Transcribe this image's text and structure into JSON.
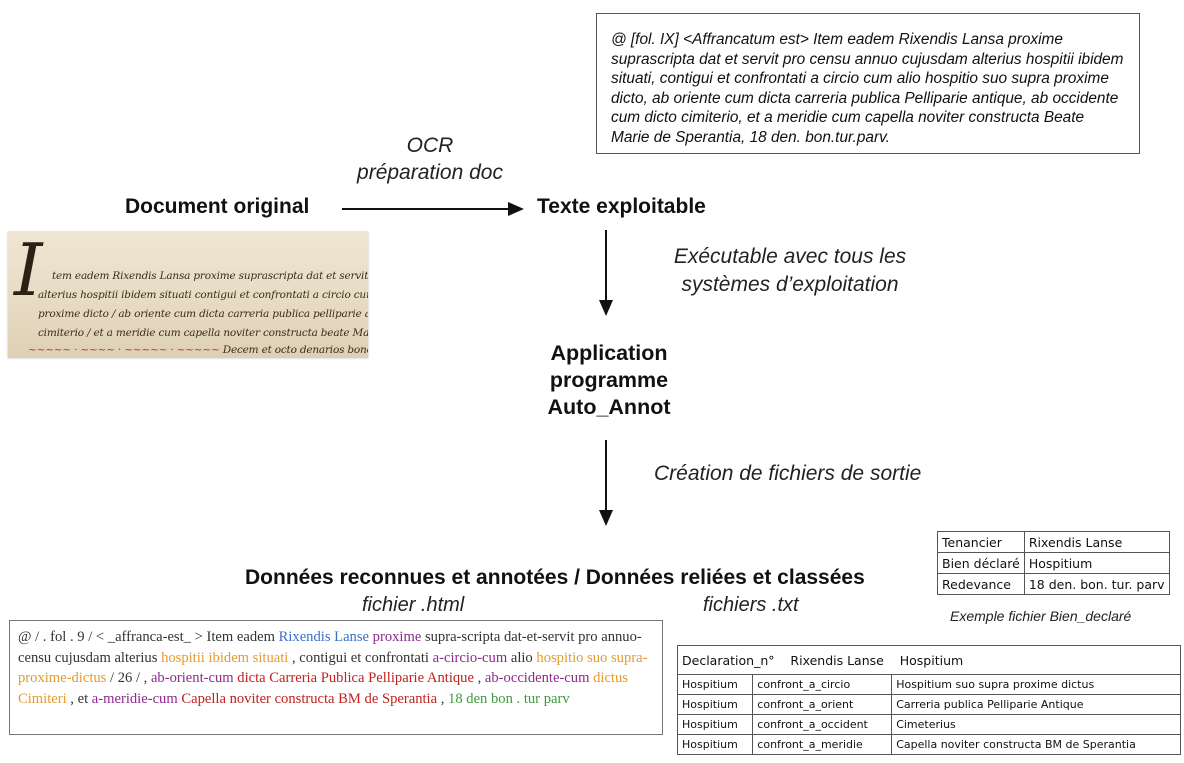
{
  "latin_box_text": "@ [fol. IX] <Affrancatum est> Item eadem Rixendis Lansa proxime suprascripta dat et servit pro censu annuo cujusdam alterius hospitii ibidem situati, contigui et confrontati a circio cum alio hospitio suo supra proxime dicto, ab oriente cum dicta carreria publica Pelliparie antique, ab occidente cum dicto cimiterio, et a meridie cum capella noviter constructa Beate Marie de Sperantia, 18 den. bon.tur.parv.",
  "ocr_label": "OCR",
  "prep_label": "préparation doc",
  "doc_original": "Document original",
  "texte_exploitable": "Texte exploitable",
  "executable_line1": "Exécutable avec tous les",
  "executable_line2": "systèmes d’exploitation",
  "app_line1": "Application",
  "app_line2": "programme",
  "app_line3": "Auto_Annot",
  "creation_label": "Création de fichiers de sortie",
  "donnees_title": "Données reconnues et annotées / Données reliées et classées",
  "fichier_html": "fichier .html",
  "fichiers_txt": "fichiers .txt",
  "exemple_label": "Exemple fichier Bien_declaré",
  "manuscript": {
    "initial": "I",
    "lines": [
      "tem eadem Rixendis Lansa proxime suprascripta dat et servit pro censu annuo cuiusdam",
      "alterius hospitii ibidem situati contigui et confrontati a circio cum alio hospitio suo sup",
      "proxime dicto / ab oriente cum dicta carreria publica pelliparie antique / ab occidente cu dicto",
      "cimiterio / et a meridie cum capella noviter constructa beate Marie de Sperantia."
    ],
    "last_line_red": "~~~~~ · ~~~~ · ~~~~~ · ~~~~~",
    "last_line_dark": "Decem et octo denarios bonor. turon. parv."
  },
  "html_file": {
    "p1": "@ / . fol . 9 / < _affranca-est_ > Item eadem ",
    "rixendis": "Rixendis Lanse",
    "p2": " ",
    "proxime": "proxime",
    "p3": " supra-scripta dat-et-servit pro annuo-censu cujusdam alterius ",
    "hospitii": "hospitii ibidem situati",
    "p4": " , contigui et confrontati ",
    "acircio": "a-circio-cum",
    "p5": " ",
    "alio": "alio",
    "p6": " ",
    "hospitio": "hospitio suo supra-proxime-dictus",
    "p7": " / 26 / , ",
    "aborient": "ab-orient-cum",
    "p8": " ",
    "dicta": "dicta Carreria Publica Pelliparie Antique",
    "p9": " , ",
    "aboccidente": "ab-occidente-cum",
    "p10": " ",
    "dictus": "dictus Cimiteri",
    "p11": " , et ",
    "ameridie": "a-meridie-cum",
    "p12": " ",
    "capella": "Capella noviter constructa BM de Sperantia",
    "p13": " , ",
    "den": "18 den bon . tur parv"
  },
  "table_bien": {
    "rows": [
      [
        "Tenancier",
        "Rixendis Lanse"
      ],
      [
        "Bien déclaré",
        "Hospitium"
      ],
      [
        "Redevance",
        "18 den. bon. tur. parv"
      ]
    ]
  },
  "table_decl": {
    "header": [
      "Declaration_n°",
      "Rixendis Lanse",
      "Hospitium"
    ],
    "rows": [
      [
        "Hospitium",
        "confront_a_circio",
        "Hospitium suo supra proxime dictus"
      ],
      [
        "Hospitium",
        "confront_a_orient",
        "Carreria publica Pelliparie Antique"
      ],
      [
        "Hospitium",
        "confront_a_occident",
        "Cimeterius"
      ],
      [
        "Hospitium",
        "confront_a_meridie",
        "Capella noviter constructa BM de Sperantia"
      ]
    ]
  }
}
